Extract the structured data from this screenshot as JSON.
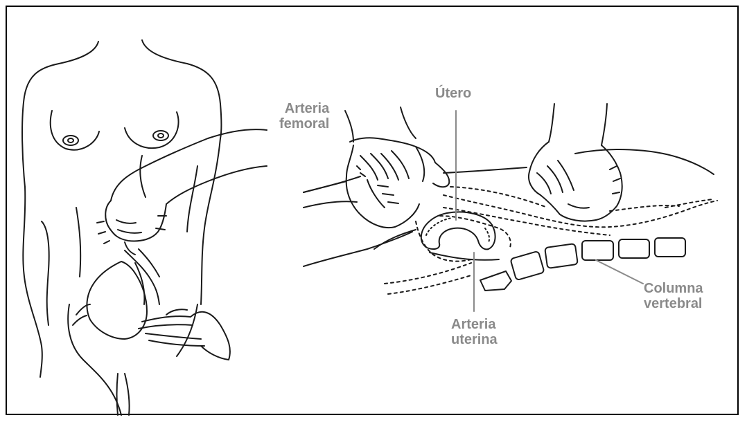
{
  "labels": {
    "utero": "Útero",
    "arteria_femoral": [
      "Arteria",
      "femoral"
    ],
    "arteria_uterina": [
      "Arteria",
      "uterina"
    ],
    "columna_vertebral": [
      "Columna",
      "vertebral"
    ]
  },
  "colors": {
    "line": "#1a1a1a",
    "label": "#8a8a8a",
    "leader": "#8a8a8a"
  }
}
